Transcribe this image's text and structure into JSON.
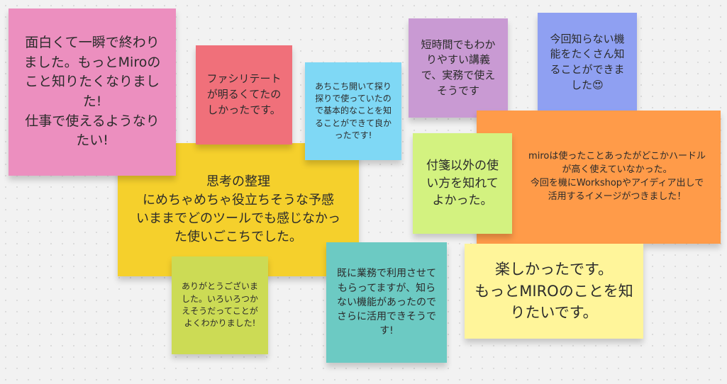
{
  "notes": [
    {
      "id": "n01",
      "color": "#f5d02c",
      "text": "思考の整理\nにめちゃめちゃ役立ちそうな予感\nいままでどのツールでも感じなかった使いごこちでした。"
    },
    {
      "id": "n02",
      "color": "#ec8fbf",
      "text": "面白くて一瞬で終わりました。もっとMiroのこと知りたくなりました!\n仕事で使えるようなりたい!"
    },
    {
      "id": "n03",
      "color": "#f0707a",
      "text": "ファシリテートが明るくてたのしかったです。"
    },
    {
      "id": "n04",
      "color": "#7fd8f5",
      "text": "あちこち開いて探り探りで使っていたので基本的なことを知ることができて良かったです!"
    },
    {
      "id": "n05",
      "color": "#c99ad3",
      "text": "短時間でもわかりやすい講義で、実務で使えそうです"
    },
    {
      "id": "n06",
      "color": "#8fa0f2",
      "text": "今回知らない機能をたくさん知ることができました😍"
    },
    {
      "id": "n07",
      "color": "#ff9b49",
      "text": "miroは使ったことあったがどこかハードルが高く使えていなかった。\n今回を機にWorkshopやアイディア出しで活用するイメージがつきました！"
    },
    {
      "id": "n08",
      "color": "#d3f280",
      "text": "付箋以外の使い方を知れてよかった。"
    },
    {
      "id": "n09",
      "color": "#ccdb55",
      "text": "ありがとうございました。いろいろつかえそうだってことがよくわかりました!"
    },
    {
      "id": "n10",
      "color": "#6ccac3",
      "text": "既に業務で利用させてもらってますが、知らない機能があったのでさらに活用できそうです!"
    },
    {
      "id": "n11",
      "color": "#fff59a",
      "text": "楽しかったです。\nもっとMIROのことを知りたいです。"
    }
  ]
}
